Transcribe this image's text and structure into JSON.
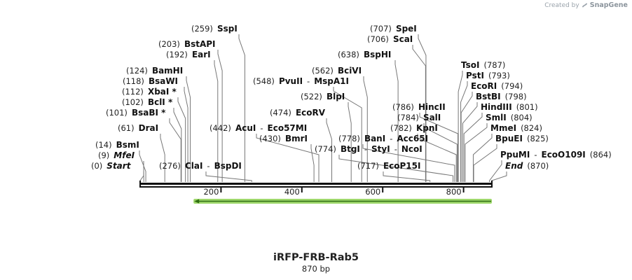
{
  "credit": {
    "prefix": "Created by",
    "brand": "SnapGene"
  },
  "title": "iRFP-FRB-Rab5",
  "length_label": "870 bp",
  "sequence_length": 870,
  "ticks": [
    {
      "label": "200",
      "value": 200
    },
    {
      "label": "400",
      "value": 400
    },
    {
      "label": "600",
      "value": 600
    },
    {
      "label": "800",
      "value": 800
    }
  ],
  "feature": {
    "start": 132,
    "end": 870,
    "direction": "reverse",
    "color": "#9fd86c"
  },
  "sites": [
    {
      "id": "start",
      "parts": [
        {
          "t": "(0)",
          "k": "pos"
        },
        {
          "t": "Start",
          "k": "enzi"
        }
      ],
      "pos": 0
    },
    {
      "id": "mfei",
      "parts": [
        {
          "t": "(9)",
          "k": "pos"
        },
        {
          "t": "MfeI",
          "k": "enzi"
        }
      ],
      "pos": 9
    },
    {
      "id": "bsmi",
      "parts": [
        {
          "t": "(14)",
          "k": "pos"
        },
        {
          "t": "BsmI",
          "k": "enz"
        }
      ],
      "pos": 14
    },
    {
      "id": "drai",
      "parts": [
        {
          "t": "(61)",
          "k": "pos"
        },
        {
          "t": "DraI",
          "k": "enz"
        }
      ],
      "pos": 61
    },
    {
      "id": "bsabi",
      "parts": [
        {
          "t": "(101)",
          "k": "pos"
        },
        {
          "t": "BsaBI *",
          "k": "enz"
        }
      ],
      "pos": 101
    },
    {
      "id": "bcli",
      "parts": [
        {
          "t": "(102)",
          "k": "pos"
        },
        {
          "t": "BclI *",
          "k": "enz"
        }
      ],
      "pos": 102
    },
    {
      "id": "xbai",
      "parts": [
        {
          "t": "(112)",
          "k": "pos"
        },
        {
          "t": "XbaI *",
          "k": "enz"
        }
      ],
      "pos": 112
    },
    {
      "id": "bsawi",
      "parts": [
        {
          "t": "(118)",
          "k": "pos"
        },
        {
          "t": "BsaWI",
          "k": "enz"
        }
      ],
      "pos": 118
    },
    {
      "id": "bamhi",
      "parts": [
        {
          "t": "(124)",
          "k": "pos"
        },
        {
          "t": "BamHI",
          "k": "enz"
        }
      ],
      "pos": 124
    },
    {
      "id": "clai",
      "parts": [
        {
          "t": "(276)",
          "k": "pos"
        },
        {
          "t": "ClaI",
          "k": "enz"
        },
        {
          "t": "-",
          "k": "pos"
        },
        {
          "t": "BspDI",
          "k": "enz"
        }
      ],
      "pos": 276
    },
    {
      "id": "eari",
      "parts": [
        {
          "t": "(192)",
          "k": "pos"
        },
        {
          "t": "EarI",
          "k": "enz"
        }
      ],
      "pos": 192
    },
    {
      "id": "bstapi",
      "parts": [
        {
          "t": "(203)",
          "k": "pos"
        },
        {
          "t": "BstAPI",
          "k": "enz"
        }
      ],
      "pos": 203
    },
    {
      "id": "sspi",
      "parts": [
        {
          "t": "(259)",
          "k": "pos"
        },
        {
          "t": "SspI",
          "k": "enz"
        }
      ],
      "pos": 259
    },
    {
      "id": "acui",
      "parts": [
        {
          "t": "(442)",
          "k": "pos"
        },
        {
          "t": "AcuI",
          "k": "enz"
        },
        {
          "t": "-",
          "k": "pos"
        },
        {
          "t": "Eco57MI",
          "k": "enz"
        }
      ],
      "pos": 442
    },
    {
      "id": "bmri",
      "parts": [
        {
          "t": "(430)",
          "k": "pos"
        },
        {
          "t": "BmrI",
          "k": "enz"
        }
      ],
      "pos": 430
    },
    {
      "id": "ecorv",
      "parts": [
        {
          "t": "(474)",
          "k": "pos"
        },
        {
          "t": "EcoRV",
          "k": "enz"
        }
      ],
      "pos": 474
    },
    {
      "id": "pvuii",
      "parts": [
        {
          "t": "(548)",
          "k": "pos"
        },
        {
          "t": "PvuII",
          "k": "enz"
        },
        {
          "t": "-",
          "k": "pos"
        },
        {
          "t": "MspA1I",
          "k": "enz"
        }
      ],
      "pos": 548
    },
    {
      "id": "blpi",
      "parts": [
        {
          "t": "(522)",
          "k": "pos"
        },
        {
          "t": "BlpI",
          "k": "enz"
        }
      ],
      "pos": 522
    },
    {
      "id": "bcivi",
      "parts": [
        {
          "t": "(562)",
          "k": "pos"
        },
        {
          "t": "BciVI",
          "k": "enz"
        }
      ],
      "pos": 562
    },
    {
      "id": "bsphi",
      "parts": [
        {
          "t": "(638)",
          "k": "pos"
        },
        {
          "t": "BspHI",
          "k": "enz"
        }
      ],
      "pos": 638
    },
    {
      "id": "scai",
      "parts": [
        {
          "t": "(706)",
          "k": "pos"
        },
        {
          "t": "ScaI",
          "k": "enz"
        }
      ],
      "pos": 706
    },
    {
      "id": "spei",
      "parts": [
        {
          "t": "(707)",
          "k": "pos"
        },
        {
          "t": "SpeI",
          "k": "enz"
        }
      ],
      "pos": 707
    },
    {
      "id": "btgi",
      "parts": [
        {
          "t": "(774)",
          "k": "pos"
        },
        {
          "t": "BtgI",
          "k": "enz"
        },
        {
          "t": "-",
          "k": "pos"
        },
        {
          "t": "StyI",
          "k": "enz"
        },
        {
          "t": "-",
          "k": "pos"
        },
        {
          "t": "NcoI",
          "k": "enz"
        }
      ],
      "pos": 774
    },
    {
      "id": "bani",
      "parts": [
        {
          "t": "(778)",
          "k": "pos"
        },
        {
          "t": "BanI",
          "k": "enz"
        },
        {
          "t": "-",
          "k": "pos"
        },
        {
          "t": "Acc65I",
          "k": "enz"
        }
      ],
      "pos": 778
    },
    {
      "id": "ecop15i",
      "parts": [
        {
          "t": "(717)",
          "k": "pos"
        },
        {
          "t": "EcoP15I",
          "k": "enz"
        }
      ],
      "pos": 717
    },
    {
      "id": "kpni",
      "parts": [
        {
          "t": "(782)",
          "k": "pos"
        },
        {
          "t": "KpnI",
          "k": "enz"
        }
      ],
      "pos": 782
    },
    {
      "id": "sali",
      "parts": [
        {
          "t": "(784)",
          "k": "pos"
        },
        {
          "t": "SalI",
          "k": "enz"
        }
      ],
      "pos": 784
    },
    {
      "id": "hincii",
      "parts": [
        {
          "t": "(786)",
          "k": "pos"
        },
        {
          "t": "HincII",
          "k": "enz"
        }
      ],
      "pos": 786
    },
    {
      "id": "tsoi",
      "parts": [
        {
          "t": "TsoI",
          "k": "enz"
        },
        {
          "t": "(787)",
          "k": "pos"
        }
      ],
      "pos": 787
    },
    {
      "id": "psti",
      "parts": [
        {
          "t": "PstI",
          "k": "enz"
        },
        {
          "t": "(793)",
          "k": "pos"
        }
      ],
      "pos": 793
    },
    {
      "id": "ecori",
      "parts": [
        {
          "t": "EcoRI",
          "k": "enz"
        },
        {
          "t": "(794)",
          "k": "pos"
        }
      ],
      "pos": 794
    },
    {
      "id": "bstbi",
      "parts": [
        {
          "t": "BstBI",
          "k": "enz"
        },
        {
          "t": "(798)",
          "k": "pos"
        }
      ],
      "pos": 798
    },
    {
      "id": "hindiii",
      "parts": [
        {
          "t": "HindIII",
          "k": "enz"
        },
        {
          "t": "(801)",
          "k": "pos"
        }
      ],
      "pos": 801
    },
    {
      "id": "smli",
      "parts": [
        {
          "t": "SmlI",
          "k": "enz"
        },
        {
          "t": "(804)",
          "k": "pos"
        }
      ],
      "pos": 804
    },
    {
      "id": "mmei",
      "parts": [
        {
          "t": "MmeI",
          "k": "enz"
        },
        {
          "t": "(824)",
          "k": "pos"
        }
      ],
      "pos": 824
    },
    {
      "id": "bpuei",
      "parts": [
        {
          "t": "BpuEI",
          "k": "enz"
        },
        {
          "t": "(825)",
          "k": "pos"
        }
      ],
      "pos": 825
    },
    {
      "id": "ppumi",
      "parts": [
        {
          "t": "PpuMI",
          "k": "enz"
        },
        {
          "t": "-",
          "k": "pos"
        },
        {
          "t": "EcoO109I",
          "k": "enz"
        },
        {
          "t": "(864)",
          "k": "pos"
        }
      ],
      "pos": 864
    },
    {
      "id": "end",
      "parts": [
        {
          "t": "End",
          "k": "enzi"
        },
        {
          "t": "(870)",
          "k": "pos"
        }
      ],
      "pos": 870
    }
  ]
}
